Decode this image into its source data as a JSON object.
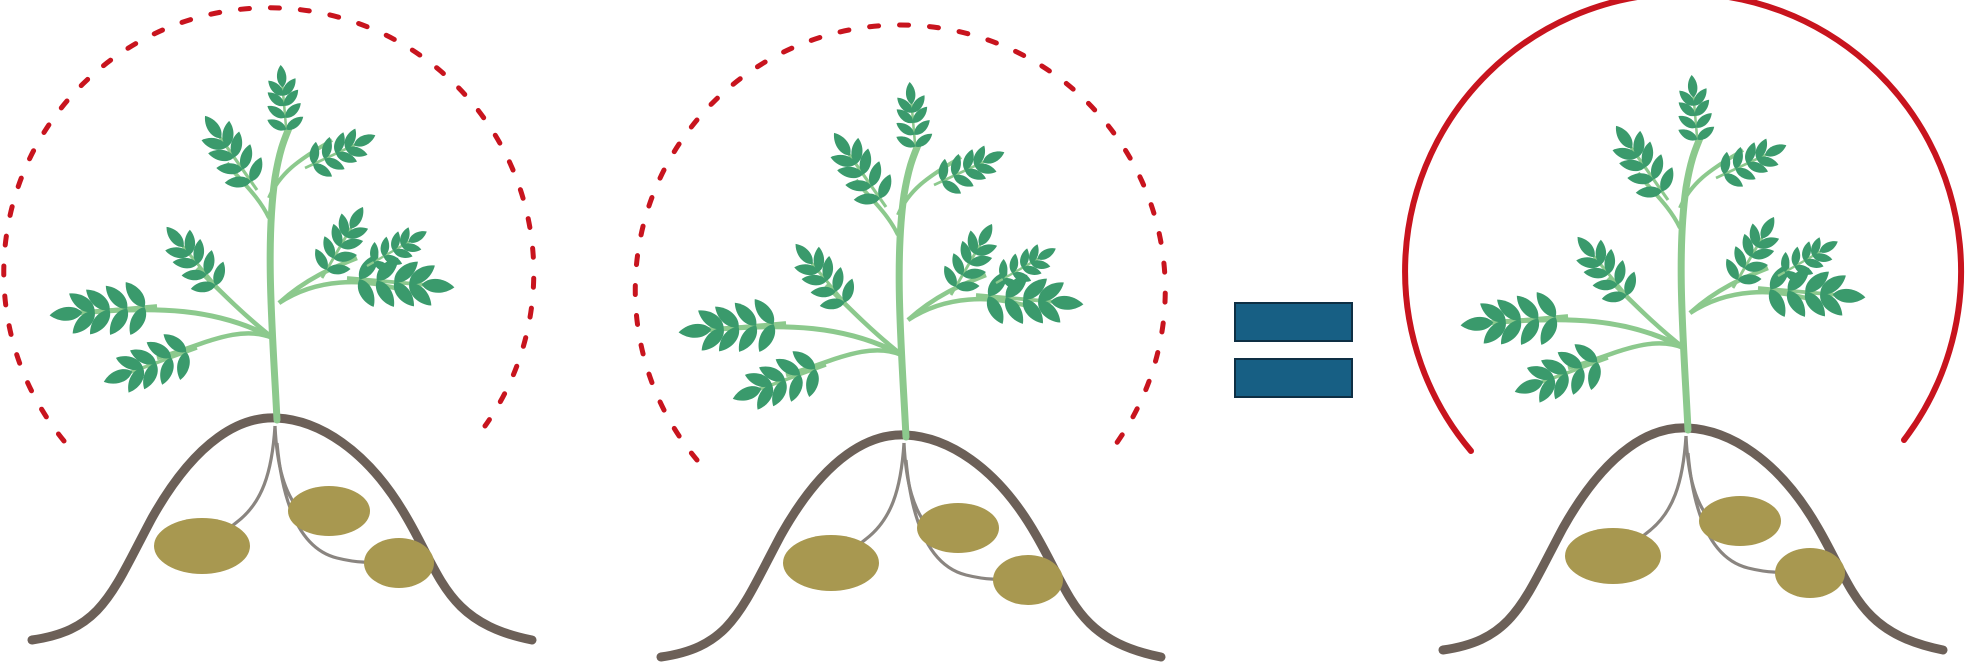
{
  "colors": {
    "leaf": "#3a9a6c",
    "stem": "#8cc98d",
    "soil": "#6c6058",
    "root": "#8a8580",
    "tuber": "#a89850",
    "halo": "#c8141e",
    "equals_fill": "#175f84",
    "equals_stroke": "#0e2f44"
  },
  "panels": [
    {
      "name": "plant-left",
      "halo_style": "dotted"
    },
    {
      "name": "plant-middle",
      "halo_style": "dotted"
    },
    {
      "name": "plant-right",
      "halo_style": "solid"
    }
  ],
  "operator": {
    "symbol": "equals"
  }
}
